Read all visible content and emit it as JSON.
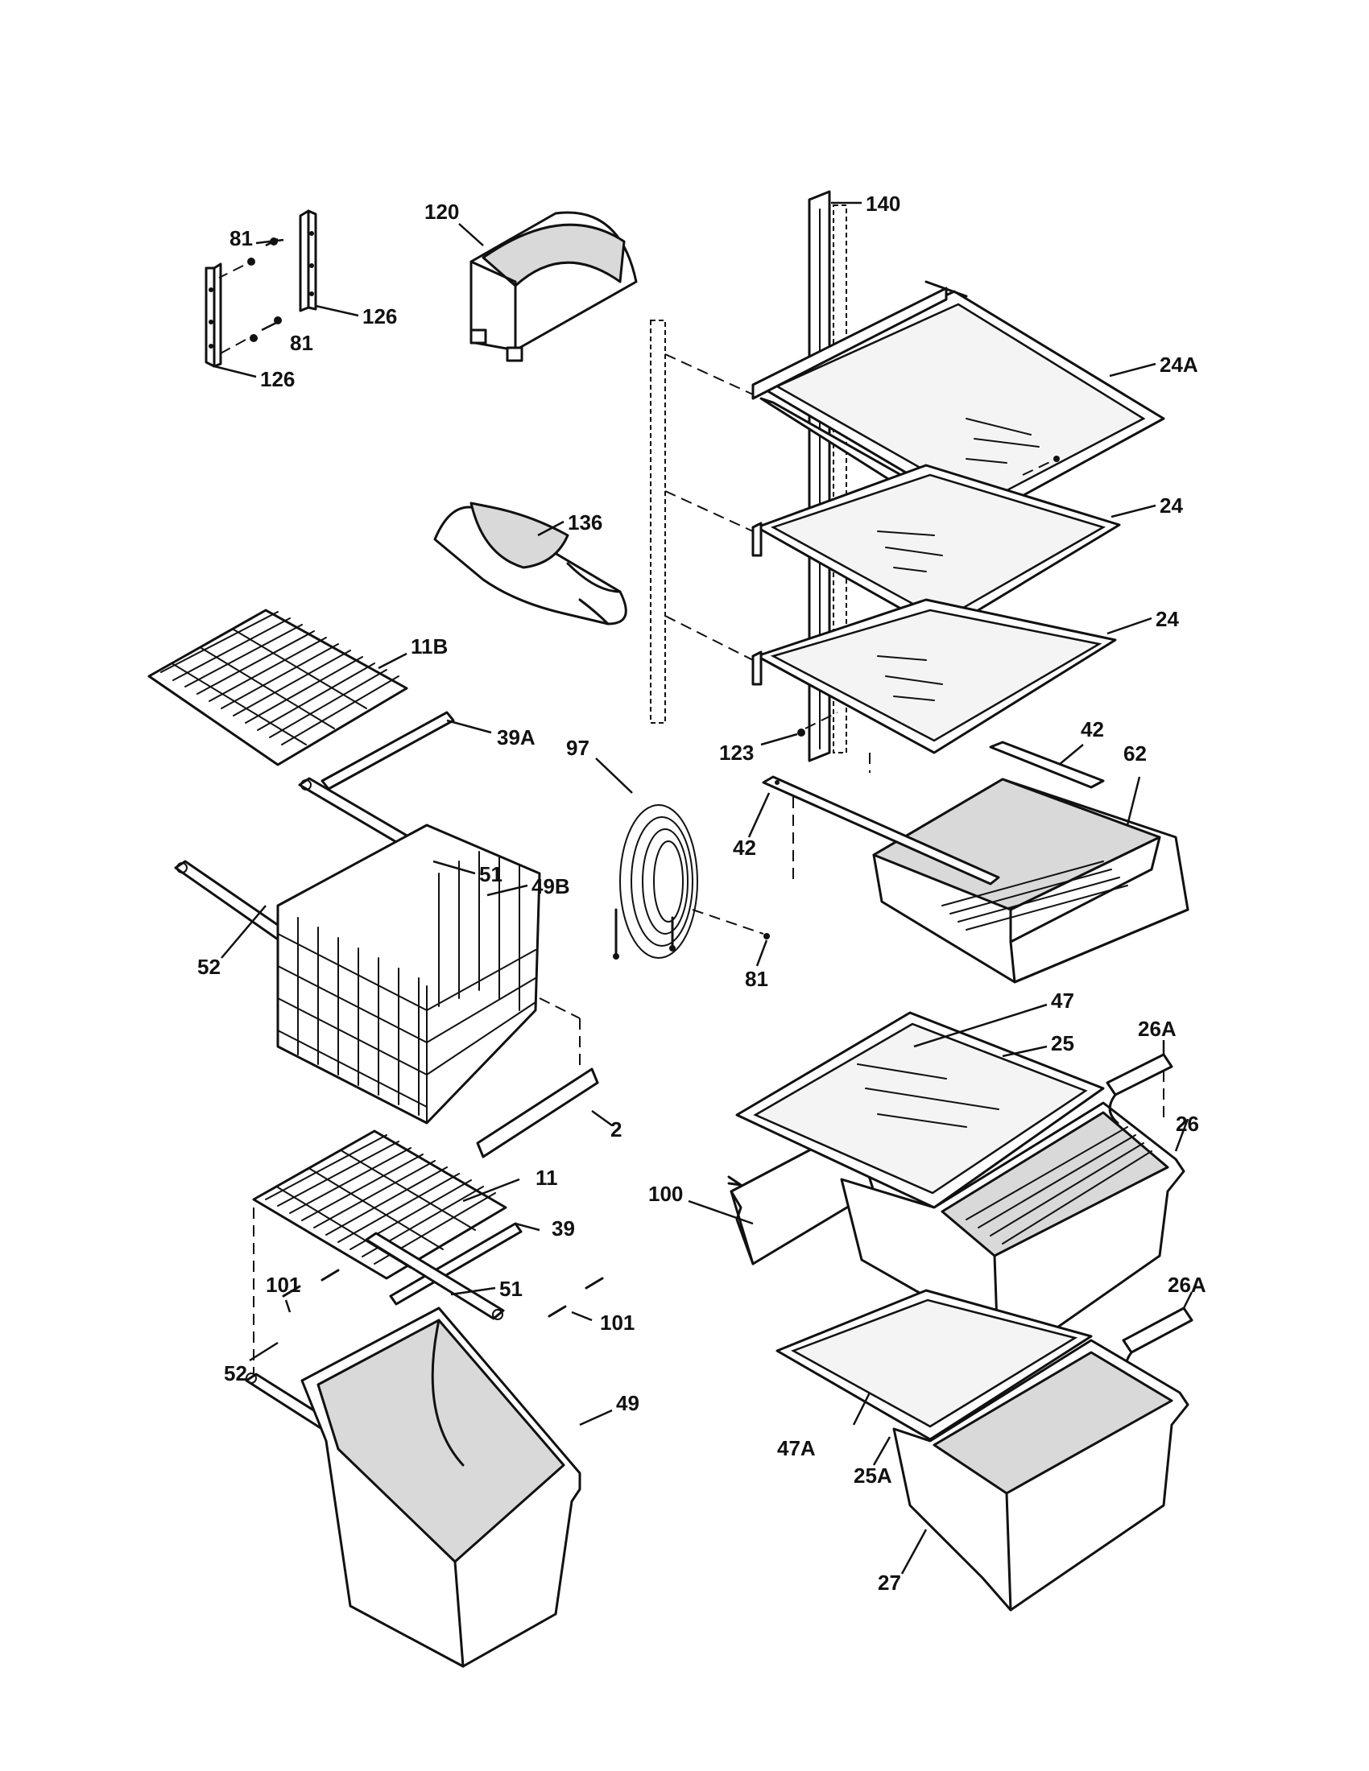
{
  "parts": [
    {
      "id": "p140",
      "text": "140"
    },
    {
      "id": "p120",
      "text": "120"
    },
    {
      "id": "p81a",
      "text": "81"
    },
    {
      "id": "p81b",
      "text": "81"
    },
    {
      "id": "p126a",
      "text": "126"
    },
    {
      "id": "p126b",
      "text": "126"
    },
    {
      "id": "p24A",
      "text": "24A"
    },
    {
      "id": "p24a",
      "text": "24"
    },
    {
      "id": "p24b",
      "text": "24"
    },
    {
      "id": "p136",
      "text": "136"
    },
    {
      "id": "p11B",
      "text": "11B"
    },
    {
      "id": "p39A",
      "text": "39A"
    },
    {
      "id": "p123",
      "text": "123"
    },
    {
      "id": "p42a",
      "text": "42"
    },
    {
      "id": "p62",
      "text": "62"
    },
    {
      "id": "p97",
      "text": "97"
    },
    {
      "id": "p42b",
      "text": "42"
    },
    {
      "id": "p51a",
      "text": "51"
    },
    {
      "id": "p49B",
      "text": "49B"
    },
    {
      "id": "p52a",
      "text": "52"
    },
    {
      "id": "p81c",
      "text": "81"
    },
    {
      "id": "p47",
      "text": "47"
    },
    {
      "id": "p26Aa",
      "text": "26A"
    },
    {
      "id": "p25",
      "text": "25"
    },
    {
      "id": "p2",
      "text": "2"
    },
    {
      "id": "p26",
      "text": "26"
    },
    {
      "id": "p11",
      "text": "11"
    },
    {
      "id": "p100",
      "text": "100"
    },
    {
      "id": "p39",
      "text": "39"
    },
    {
      "id": "p101a",
      "text": "101"
    },
    {
      "id": "p51b",
      "text": "51"
    },
    {
      "id": "p26Ab",
      "text": "26A"
    },
    {
      "id": "p101b",
      "text": "101"
    },
    {
      "id": "p52b",
      "text": "52"
    },
    {
      "id": "p49",
      "text": "49"
    },
    {
      "id": "p47A",
      "text": "47A"
    },
    {
      "id": "p25A",
      "text": "25A"
    },
    {
      "id": "p27",
      "text": "27"
    }
  ]
}
